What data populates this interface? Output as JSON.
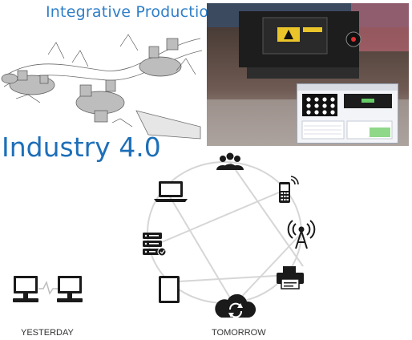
{
  "header": {
    "subtitle": "Integrative Production",
    "title": "Industry 4.0"
  },
  "captions": {
    "yesterday": "YESTERDAY",
    "tomorrow": "TOMORROW"
  },
  "colors": {
    "title_blue": "#1e6fb8",
    "subtitle_blue": "#2f7fc8",
    "icon_dark": "#1a1a1a",
    "network_line": "#d6d6d6"
  },
  "network_nodes": [
    "people-group-icon",
    "smartphone-icon",
    "antenna-tower-icon",
    "printer-icon",
    "cloud-sync-icon",
    "tablet-icon",
    "server-icon",
    "laptop-icon"
  ],
  "yesterday_nodes": [
    "desktop-computer-icon",
    "desktop-computer-icon"
  ]
}
